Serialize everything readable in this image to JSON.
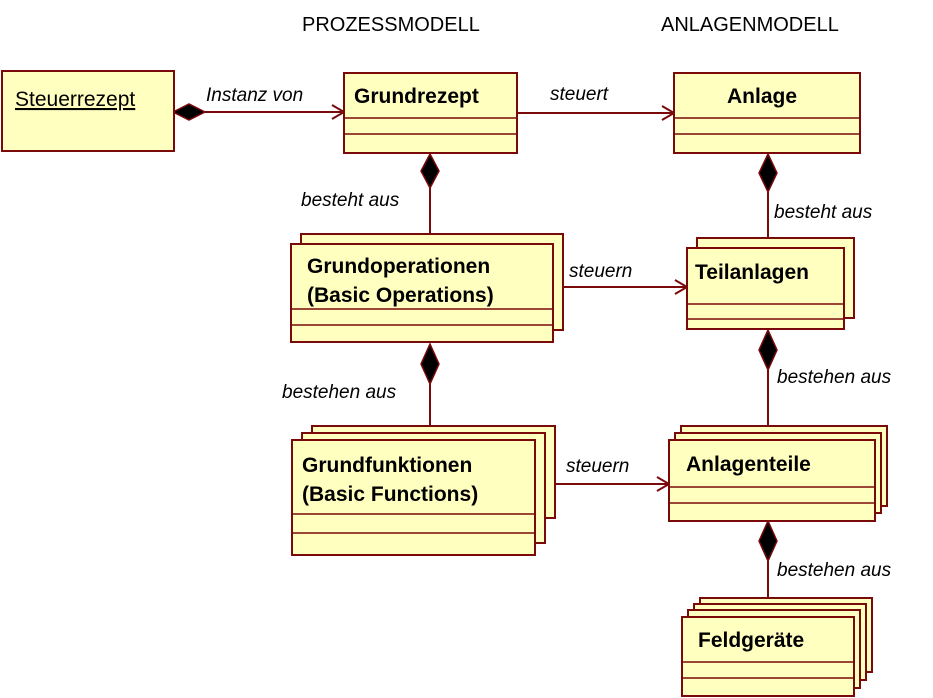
{
  "headers": {
    "process_model": "PROZESSMODELL",
    "plant_model": "ANLAGENMODELL"
  },
  "classes": {
    "steuerrezept": "Steuerrezept",
    "grundrezept": "Grundrezept",
    "anlage": "Anlage",
    "grundoperationen": [
      "Grundoperationen",
      "(Basic Operations)"
    ],
    "teilanlagen": "Teilanlagen",
    "grundfunktionen": [
      "Grundfunktionen",
      "(Basic Functions)"
    ],
    "anlagenteile": "Anlagenteile",
    "feldgeraete": "Feldgeräte"
  },
  "relations": {
    "instanz_von": "Instanz von",
    "steuert": "steuert",
    "besteht_aus_1": "besteht aus",
    "besteht_aus_2": "besteht aus",
    "steuern_1": "steuern",
    "steuern_2": "steuern",
    "bestehen_aus_1": "bestehen aus",
    "bestehen_aus_2": "bestehen aus",
    "bestehen_aus_3": "bestehen aus"
  },
  "colors": {
    "box_fill": "#ffffc0",
    "box_stroke": "#7a0a0a",
    "diamond_fill": "#000000"
  }
}
